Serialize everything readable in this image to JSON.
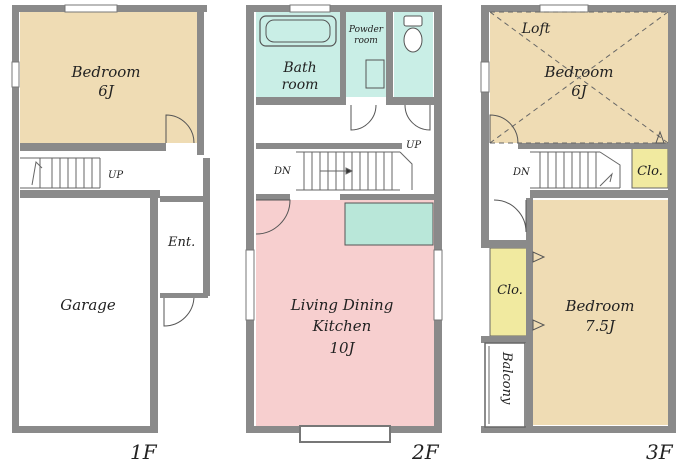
{
  "floors": {
    "first": {
      "name": "1F",
      "rooms": {
        "bedroom": {
          "name": "Bedroom",
          "size": "6J"
        },
        "garage": {
          "name": "Garage"
        },
        "entrance": {
          "name": "Ent."
        }
      },
      "stairs_label": "UP"
    },
    "second": {
      "name": "2F",
      "rooms": {
        "bath_line1": "Bath",
        "bath_line2": "room",
        "powder_line1": "Powder",
        "powder_line2": "room",
        "ldk_line1": "Living Dining",
        "ldk_line2": "Kitchen",
        "ldk_size": "10J"
      },
      "stairs_up": "UP",
      "stairs_dn": "DN"
    },
    "third": {
      "name": "3F",
      "rooms": {
        "loft": "Loft",
        "bedroom_small": {
          "name": "Bedroom",
          "size": "6J"
        },
        "closet": "Clo.",
        "closet2": "Clo.",
        "bedroom_large": {
          "name": "Bedroom",
          "size": "7.5J"
        },
        "balcony": "Balcony"
      },
      "stairs_dn": "DN"
    }
  },
  "colors": {
    "wall": "#8a8a8a",
    "bedroom": "#efdcb4",
    "wet_area": "#c9eee6",
    "kitchen_counter": "#b9e7d9",
    "living": "#f7cfcf",
    "closet": "#f1eaa0",
    "floor": "#ffffff"
  }
}
